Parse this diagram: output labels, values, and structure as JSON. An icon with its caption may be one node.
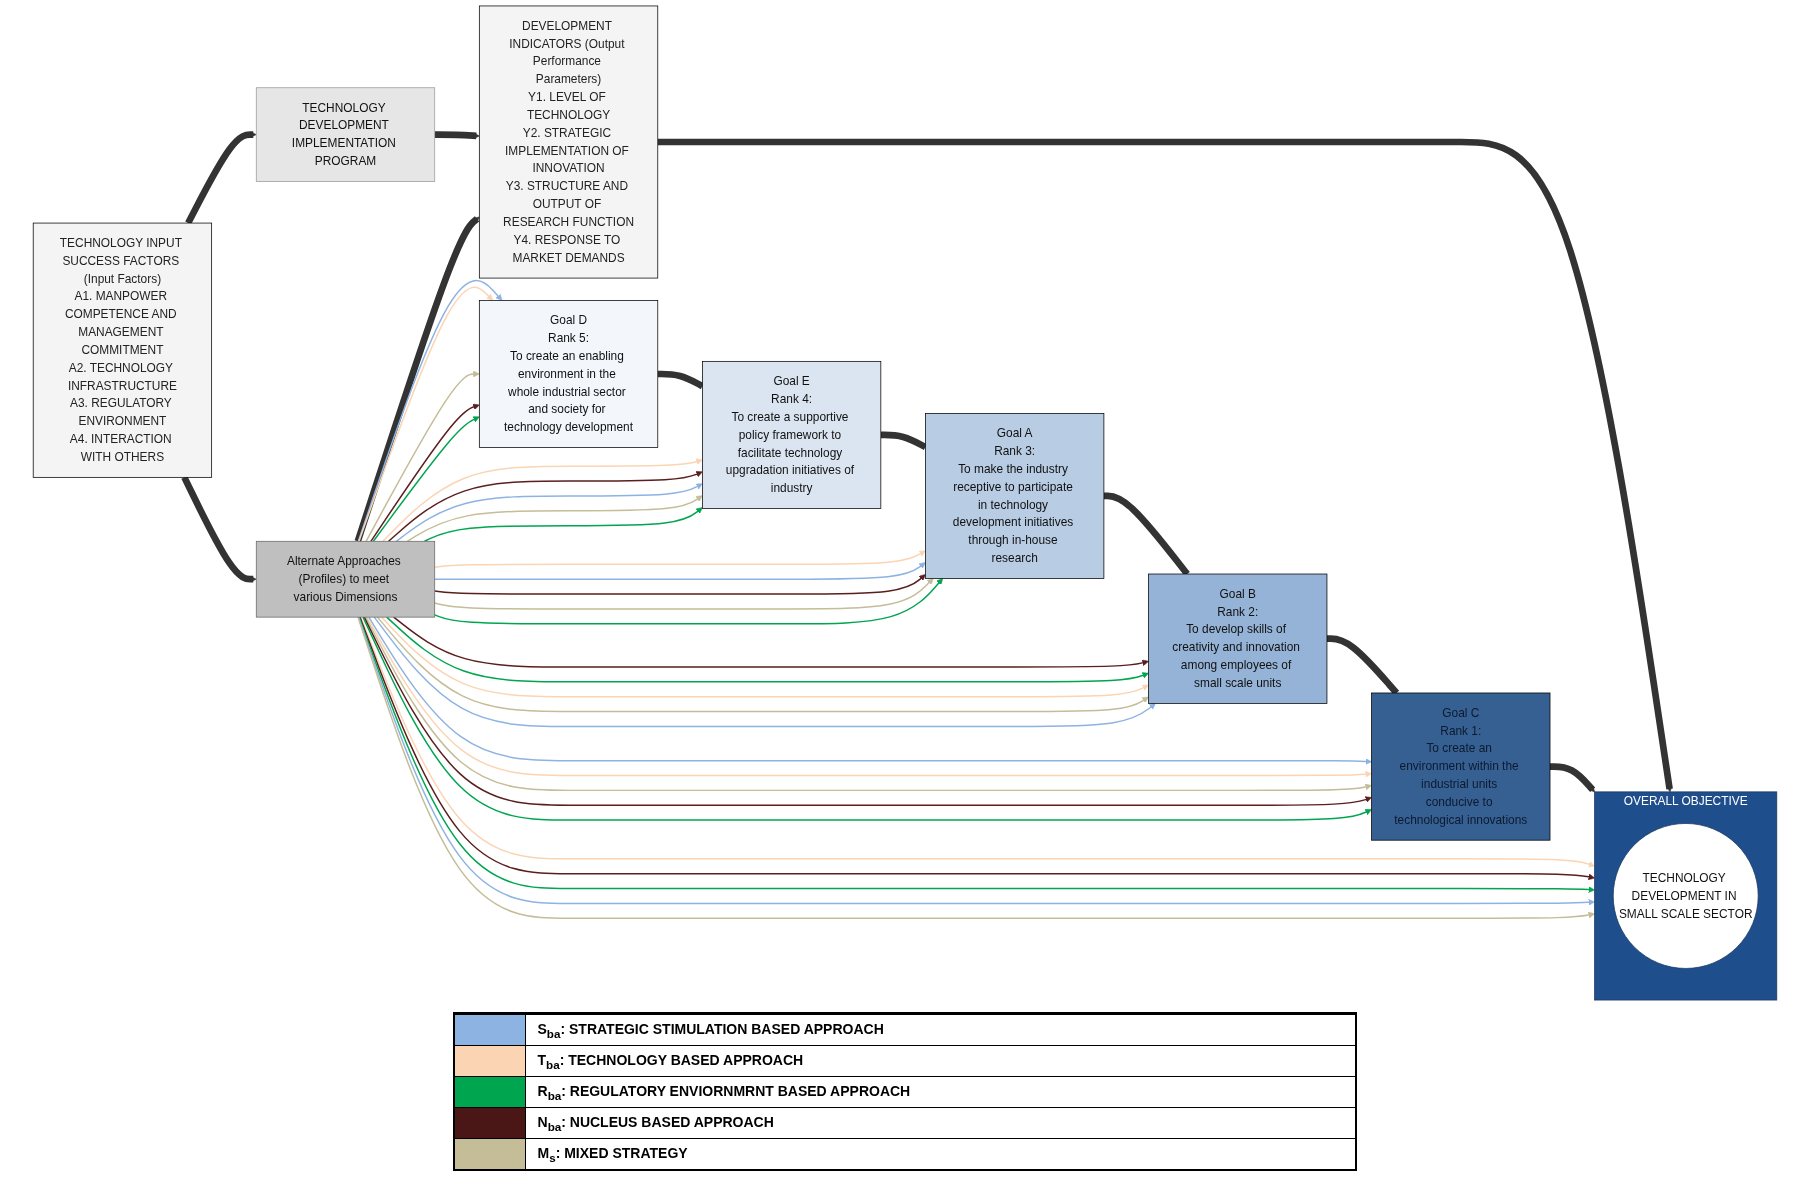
{
  "diagram": {
    "nodes": [
      {
        "text": [
          "TECHNOLOGY DEVELOPMENT IMPLEMENTATION PROGRAM"
        ]
      },
      {
        "text": [
          "TECHNOLOGY INPUT SUCCESS FACTORS (Input Factors)",
          "A1. MANPOWER COMPETENCE AND MANAGEMENT COMMITMENT",
          "A2. TECHNOLOGY INFRASTRUCTURE",
          "A3. REGULATORY ENVIRONMENT",
          "A4. INTERACTION WITH OTHERS"
        ]
      },
      {
        "text": [
          "Goal D",
          "Rank 5:",
          "To create an enabling environment in the whole industrial sector and society for technology development"
        ]
      },
      {
        "text": [
          "Goal E",
          "Rank 4:",
          "To create a supportive policy framework to facilitate technology upgradation initiatives of industry"
        ]
      },
      {
        "text": [
          "Goal A",
          "Rank 3:",
          "To make the industry receptive to participate in technology development initiatives through in-house research"
        ]
      },
      {
        "text": [
          "Goal B",
          "Rank 2:",
          "To develop skills of creativity and innovation among employees of small scale units"
        ]
      },
      {
        "text": [
          "Goal C",
          "Rank 1:",
          "To create an environment within the industrial units conducive to technological innovations"
        ]
      },
      {
        "text": [
          "OVERALL OBJECTIVE"
        ]
      },
      {
        "text": [
          "TECHNOLOGY DEVELOPMENT IN SMALL SCALE SECTOR"
        ],
        "in": 7
      },
      {
        "text": [
          "DEVELOPMENT INDICATORS (Output Performance Parameters)",
          "Y1. LEVEL OF TECHNOLOGY",
          "Y2. STRATEGIC IMPLEMENTATION OF INNOVATION",
          "Y3. STRUCTURE AND OUTPUT OF RESEARCH FUNCTION",
          "Y4. RESPONSE TO MARKET DEMANDS"
        ]
      },
      {
        "text": [
          "Alternate Approaches (Profiles) to meet various Dimensions"
        ]
      }
    ],
    "edges": [
      {
        "from": 1,
        "to": 0,
        "arrow": "to",
        "style": "thick"
      },
      {
        "from": 0,
        "to": 9,
        "arrow": "to",
        "style": "thick"
      },
      {
        "from": 1,
        "to": 10,
        "arrow": "to",
        "style": "thick"
      },
      {
        "from": 10,
        "to": 9,
        "arrow": "to",
        "style": "thick"
      },
      {
        "from": 2,
        "to": 3,
        "arrow": "none",
        "style": "thick"
      },
      {
        "from": 3,
        "to": 4,
        "arrow": "none",
        "style": "thick"
      },
      {
        "from": 4,
        "to": 5,
        "arrow": "none",
        "style": "thick"
      },
      {
        "from": 5,
        "to": 6,
        "arrow": "none",
        "style": "thick"
      },
      {
        "from": 6,
        "to": 7,
        "arrow": "to",
        "style": "thick"
      },
      {
        "from": 9,
        "to": 7,
        "arrow": "to",
        "style": "thick"
      },
      {
        "from": 10,
        "to": 2,
        "arrow": "to",
        "color": "#8db3e2"
      },
      {
        "from": 10,
        "to": 2,
        "arrow": "to",
        "color": "#fbd4b4"
      },
      {
        "from": 10,
        "to": 2,
        "arrow": "to",
        "color": "#c4bd97"
      },
      {
        "from": 10,
        "to": 2,
        "arrow": "to",
        "color": "#5a1e1e"
      },
      {
        "from": 10,
        "to": 2,
        "arrow": "to",
        "color": "#00a550"
      },
      {
        "from": 10,
        "to": 3,
        "arrow": "to",
        "color": "#fbd4b4"
      },
      {
        "from": 10,
        "to": 3,
        "arrow": "to",
        "color": "#5a1e1e"
      },
      {
        "from": 10,
        "to": 3,
        "arrow": "to",
        "color": "#8db3e2"
      },
      {
        "from": 10,
        "to": 3,
        "arrow": "to",
        "color": "#c4bd97"
      },
      {
        "from": 10,
        "to": 3,
        "arrow": "to",
        "color": "#00a550"
      },
      {
        "from": 10,
        "to": 4,
        "arrow": "to",
        "color": "#fbd4b4"
      },
      {
        "from": 10,
        "to": 4,
        "arrow": "to",
        "color": "#8db3e2"
      },
      {
        "from": 10,
        "to": 4,
        "arrow": "to",
        "color": "#5a1e1e"
      },
      {
        "from": 10,
        "to": 4,
        "arrow": "to",
        "color": "#c4bd97"
      },
      {
        "from": 10,
        "to": 4,
        "arrow": "to",
        "color": "#00a550"
      },
      {
        "from": 10,
        "to": 5,
        "arrow": "to",
        "color": "#5a1e1e"
      },
      {
        "from": 10,
        "to": 5,
        "arrow": "to",
        "color": "#00a550"
      },
      {
        "from": 10,
        "to": 5,
        "arrow": "to",
        "color": "#fbd4b4"
      },
      {
        "from": 10,
        "to": 5,
        "arrow": "to",
        "color": "#c4bd97"
      },
      {
        "from": 10,
        "to": 5,
        "arrow": "to",
        "color": "#8db3e2"
      },
      {
        "from": 10,
        "to": 6,
        "arrow": "to",
        "color": "#8db3e2"
      },
      {
        "from": 10,
        "to": 6,
        "arrow": "to",
        "color": "#fbd4b4"
      },
      {
        "from": 10,
        "to": 6,
        "arrow": "to",
        "color": "#c4bd97"
      },
      {
        "from": 10,
        "to": 6,
        "arrow": "to",
        "color": "#5a1e1e"
      },
      {
        "from": 10,
        "to": 6,
        "arrow": "to",
        "color": "#00a550"
      },
      {
        "from": 10,
        "to": 7,
        "arrow": "to",
        "color": "#fbd4b4"
      },
      {
        "from": 10,
        "to": 7,
        "arrow": "to",
        "color": "#5a1e1e"
      },
      {
        "from": 10,
        "to": 7,
        "arrow": "to",
        "color": "#00a550"
      },
      {
        "from": 10,
        "to": 7,
        "arrow": "to",
        "color": "#8db3e2"
      },
      {
        "from": 10,
        "to": 7,
        "arrow": "to",
        "color": "#c4bd97"
      }
    ],
    "legend": [
      {
        "text": "S$_{ba}$: STRATEGIC STIMULATION BASED APPROACH",
        "color": "#8db3e2"
      },
      {
        "text": "T$_{ba}$: TECHNOLOGY BASED APPROACH",
        "color": "#fbd4b4"
      },
      {
        "text": "R$_{ba}$: REGULATORY ENVIORNMRNT BASED APPROACH",
        "color": "#00a550"
      },
      {
        "text": "N$_{ba}$: NUCLEUS BASED APPROACH",
        "color": "#4a1616"
      },
      {
        "text": "M$_{s}$: MIXED STRATEGY",
        "color": "#c4bd97"
      }
    ]
  }
}
